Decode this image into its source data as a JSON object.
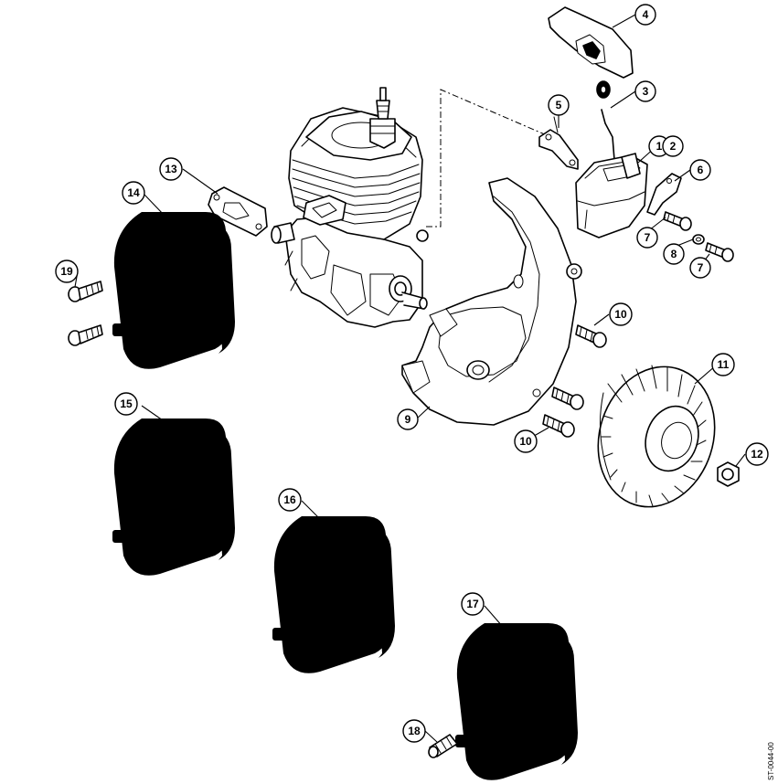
{
  "drawing": {
    "code": "ST-0044-00",
    "callouts": [
      {
        "id": "c1",
        "label": "1",
        "part": "ignition-module"
      },
      {
        "id": "c2",
        "label": "2",
        "part": "ignition-module"
      },
      {
        "id": "c3",
        "label": "3",
        "part": "spring"
      },
      {
        "id": "c4",
        "label": "4",
        "part": "cover-plate"
      },
      {
        "id": "c5",
        "label": "5",
        "part": "bracket"
      },
      {
        "id": "c6",
        "label": "6",
        "part": "short-circuit-contact"
      },
      {
        "id": "c7a",
        "label": "7",
        "part": "screw"
      },
      {
        "id": "c7b",
        "label": "7",
        "part": "screw"
      },
      {
        "id": "c8",
        "label": "8",
        "part": "washer"
      },
      {
        "id": "c9",
        "label": "9",
        "part": "fan-housing"
      },
      {
        "id": "c10a",
        "label": "10",
        "part": "screw"
      },
      {
        "id": "c10b",
        "label": "10",
        "part": "screw"
      },
      {
        "id": "c11",
        "label": "11",
        "part": "flywheel"
      },
      {
        "id": "c12",
        "label": "12",
        "part": "nut"
      },
      {
        "id": "c13",
        "label": "13",
        "part": "gasket"
      },
      {
        "id": "c14",
        "label": "14",
        "part": "muffler"
      },
      {
        "id": "c15",
        "label": "15",
        "part": "muffler"
      },
      {
        "id": "c16",
        "label": "16",
        "part": "muffler"
      },
      {
        "id": "c17",
        "label": "17",
        "part": "muffler"
      },
      {
        "id": "c18",
        "label": "18",
        "part": "stud"
      },
      {
        "id": "c19",
        "label": "19",
        "part": "screw"
      }
    ]
  }
}
